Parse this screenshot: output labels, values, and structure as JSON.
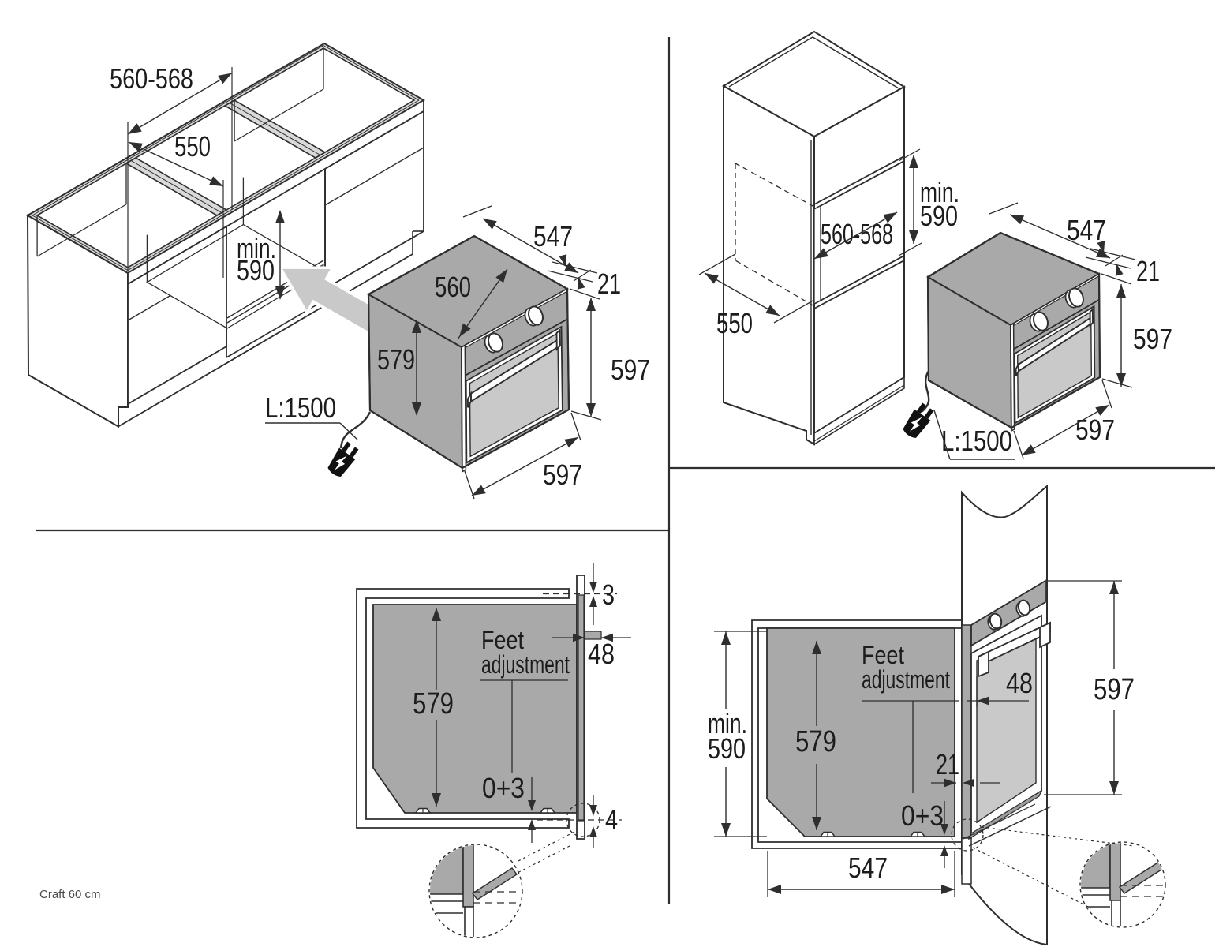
{
  "document": {
    "type": "appliance installation diagram",
    "subject": "built-in oven, 60 cm",
    "views": [
      "base cabinet row installation (isometric)",
      "tall cabinet column installation (isometric)",
      "base cabinet cross-section with feet adjustment",
      "tall cabinet cross-section with feet adjustment"
    ]
  },
  "footer": {
    "model": "Craft 60 cm"
  },
  "colors": {
    "line": "#2e2e2e",
    "oven_gray": "#a9a9a9",
    "door_gray": "#c9c9c9",
    "rim_gray": "#d9d9d9",
    "background": "#ffffff"
  },
  "q1": {
    "view": "base-cabinet-row-isometric",
    "labels": {
      "depth_range": "560-568",
      "niche_depth": "550",
      "min_line1": "min.",
      "min_line2": "590",
      "oven_depth_560": "560",
      "oven_width_547": "547",
      "fascia_21": "21",
      "height_597": "597",
      "width_597": "597",
      "body_height_579": "579",
      "cable": "L:1500"
    }
  },
  "q2": {
    "view": "tall-cabinet-isometric",
    "labels": {
      "depth_range": "560-568",
      "niche_depth": "550",
      "min_line1": "min.",
      "min_line2": "590",
      "oven_width_547": "547",
      "fascia_21": "21",
      "height_597": "597",
      "width_597": "597",
      "cable": "L:1500"
    }
  },
  "q3": {
    "view": "base-cabinet-section",
    "labels": {
      "top_gap": "3",
      "feet_depth": "48",
      "feet_line1": "Feet",
      "feet_line2": "adjustment",
      "body_height": "579",
      "bottom_range": "0+3",
      "bottom_gap": "4"
    }
  },
  "q4": {
    "view": "tall-cabinet-section",
    "labels": {
      "feet_depth": "48",
      "fascia_21": "21",
      "bottom_range": "0+3",
      "body_depth": "547",
      "min_line1": "min.",
      "min_line2": "590",
      "body_height": "579",
      "height_597": "597",
      "feet_line1": "Feet",
      "feet_line2": "adjustment"
    }
  }
}
